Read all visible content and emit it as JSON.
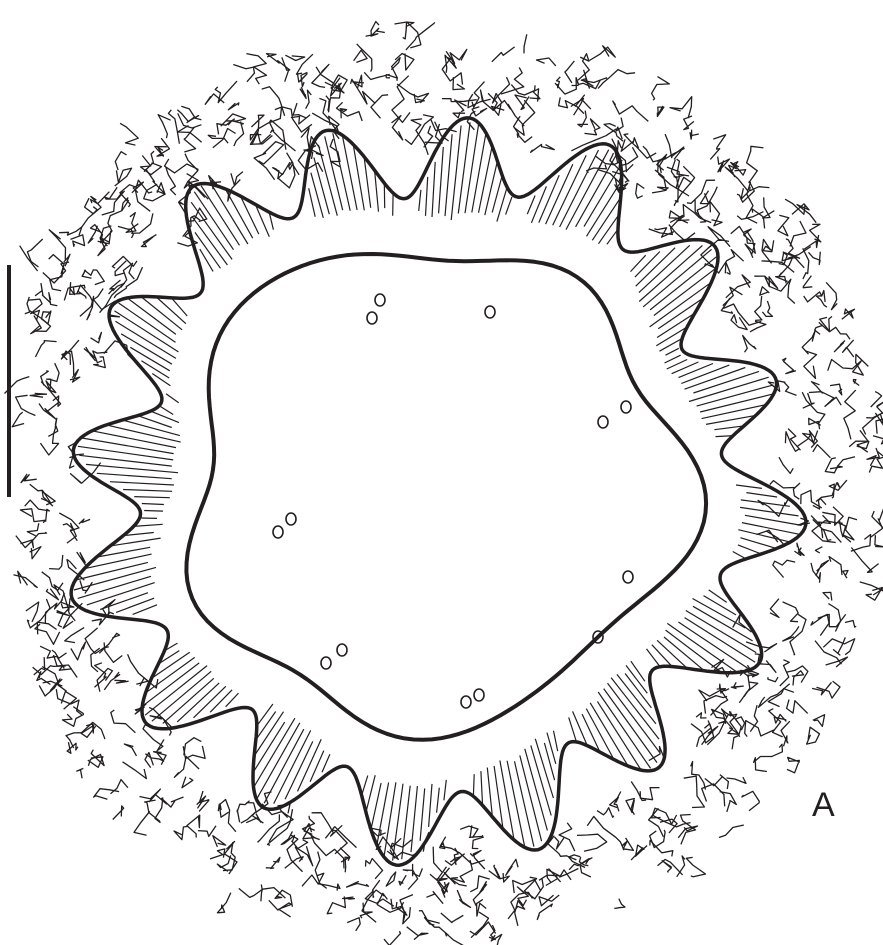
{
  "figure": {
    "panel_label": "A",
    "colors": {
      "ink": "#231f20",
      "background": "#ffffff"
    },
    "parts": [
      "scale-bar",
      "outer-reticulate-layer",
      "radial-fringe-layer",
      "inner-membrane",
      "central-granules"
    ]
  }
}
